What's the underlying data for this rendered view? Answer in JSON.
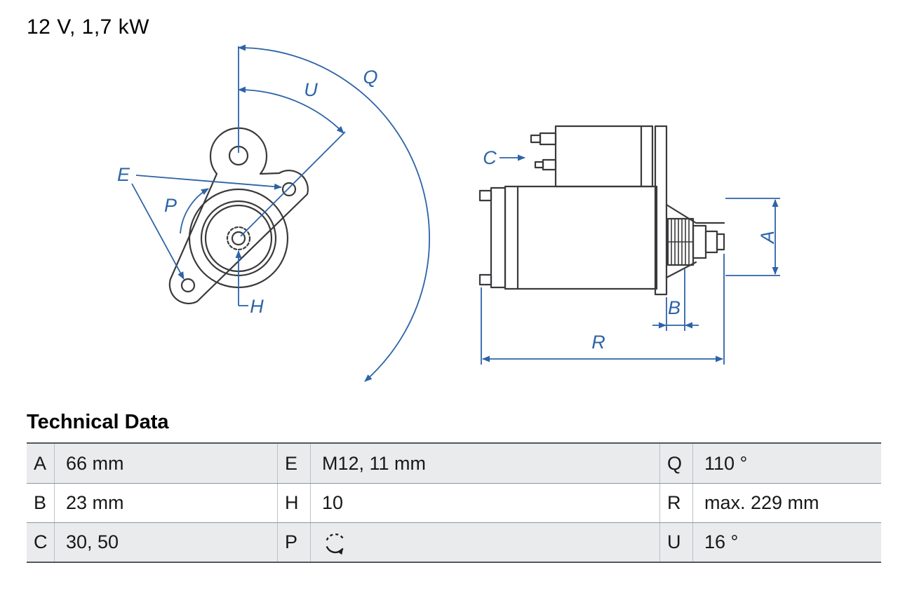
{
  "spec_label": "12 V, 1,7 kW",
  "drawing": {
    "accent_color": "#2d63a7",
    "ink_color": "#3a3a3c",
    "front_labels": {
      "U": "U",
      "Q": "Q",
      "E": "E",
      "P": "P",
      "H": "H"
    },
    "side_labels": {
      "C": "C",
      "A": "A",
      "B": "B",
      "R": "R"
    }
  },
  "table": {
    "title": "Technical Data",
    "rows": [
      {
        "cells": [
          {
            "key": "A",
            "value": "66 mm"
          },
          {
            "key": "E",
            "value": "M12, 11 mm"
          },
          {
            "key": "Q",
            "value": "110 °"
          }
        ]
      },
      {
        "cells": [
          {
            "key": "B",
            "value": "23 mm"
          },
          {
            "key": "H",
            "value": "10"
          },
          {
            "key": "R",
            "value": "max. 229 mm"
          }
        ]
      },
      {
        "cells": [
          {
            "key": "C",
            "value": "30, 50"
          },
          {
            "key": "P",
            "value": "",
            "icon": "rotation-direction-icon"
          },
          {
            "key": "U",
            "value": "16 °"
          }
        ]
      }
    ]
  }
}
